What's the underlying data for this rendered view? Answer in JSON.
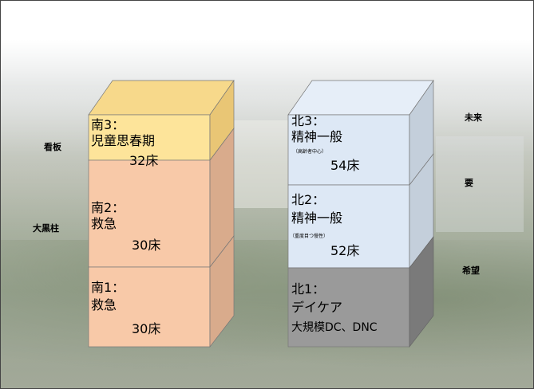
{
  "colors": {
    "south3": "#fde49a",
    "south2_1": "#f8c9a8",
    "north3_2": "#dde8f5",
    "north1": "#9a9a9a"
  },
  "left_labels": {
    "a": "看板",
    "b": "大黒柱"
  },
  "right_labels": {
    "a": "未来",
    "b": "要",
    "c": "希望"
  },
  "south": [
    {
      "name": "南3：",
      "dept": "児童思春期",
      "beds": "32床"
    },
    {
      "name": "南2：",
      "dept": "救急",
      "beds": "30床"
    },
    {
      "name": "南1：",
      "dept": "救急",
      "beds": "30床"
    }
  ],
  "north": [
    {
      "name": "北3：",
      "dept": "精神一般",
      "note": "（高齢者中心）",
      "beds": "54床"
    },
    {
      "name": "北2：",
      "dept": "精神一般",
      "note": "（重度目つ慢性）",
      "beds": "52床"
    },
    {
      "name": "北1：",
      "dept": "デイケア",
      "sub": "大規模DC、DNC"
    }
  ]
}
